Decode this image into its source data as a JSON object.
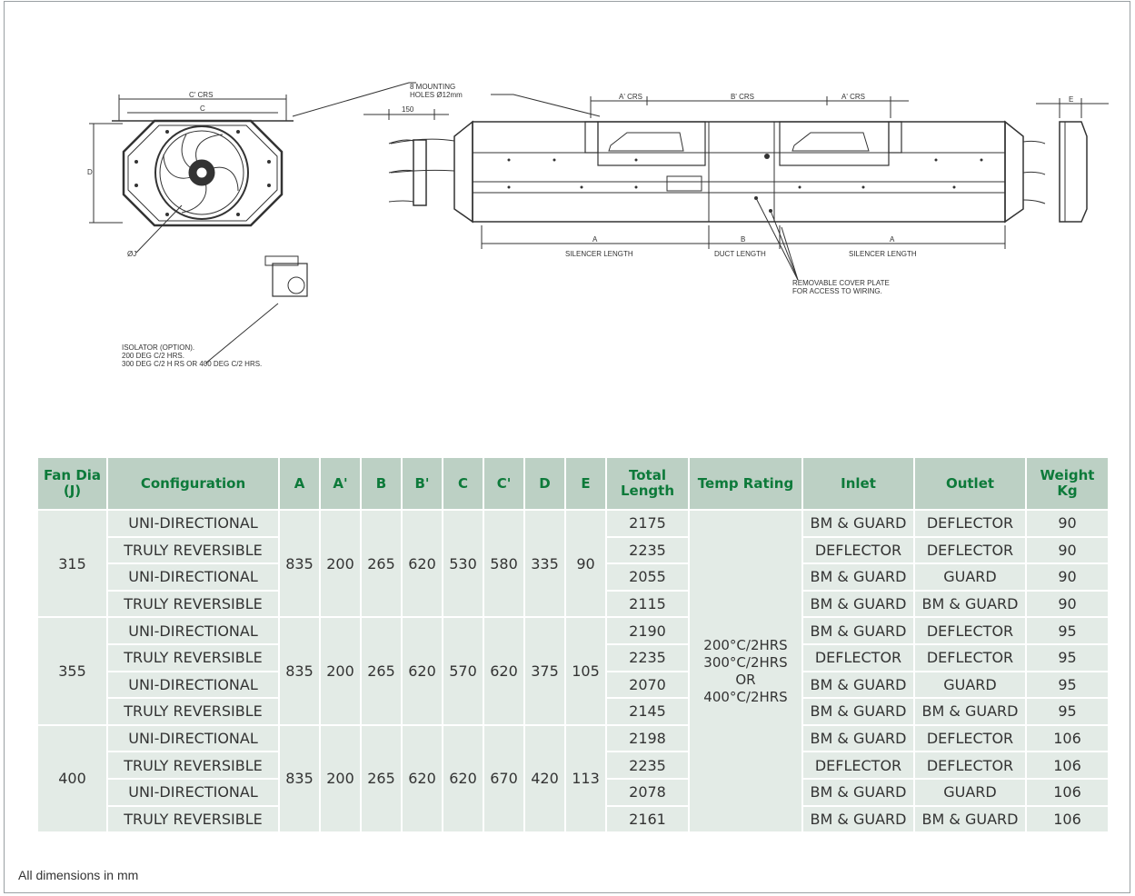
{
  "drawing": {
    "labels": {
      "c_crs": "C' CRS",
      "c": "C",
      "d": "D",
      "phi_j": "ØJ",
      "mounting_1": "8 MOUNTING",
      "mounting_2": "HOLES  Ø12mm",
      "w150": "150",
      "a_crs_left": "A' CRS",
      "b_crs": "B' CRS",
      "a_crs_right": "A' CRS",
      "e": "E",
      "a_left": "A",
      "silencer_left": "SILENCER LENGTH",
      "b": "B",
      "duct_length": "DUCT LENGTH",
      "a_right": "A",
      "silencer_right": "SILENCER LENGTH",
      "cover_1": "REMOVABLE COVER PLATE",
      "cover_2": "FOR ACCESS TO WIRING."
    },
    "isolator_note": "ISOLATOR (OPTION).\n200 DEG C/2 HRS.\n300 DEG C/2 H RS OR 400 DEG C/2 HRS."
  },
  "table": {
    "headers": {
      "fan_dia": "Fan Dia (J)",
      "configuration": "Configuration",
      "a": "A",
      "a_prime": "A'",
      "b": "B",
      "b_prime": "B'",
      "c": "C",
      "c_prime": "C'",
      "d": "D",
      "e": "E",
      "total_length": "Total Length",
      "temp_rating": "Temp Rating",
      "inlet": "Inlet",
      "outlet": "Outlet",
      "weight": "Weight Kg"
    },
    "temp_rating": "200°C/2HRS 300°C/2HRS OR 400°C/2HRS",
    "groups": [
      {
        "fan_dia": "315",
        "a": "835",
        "a_prime": "200",
        "b": "265",
        "b_prime": "620",
        "c": "530",
        "c_prime": "580",
        "d": "335",
        "e": "90",
        "rows": [
          {
            "configuration": "UNI-DIRECTIONAL",
            "total_length": "2175",
            "inlet": "BM & GUARD",
            "outlet": "DEFLECTOR",
            "weight": "90"
          },
          {
            "configuration": "TRULY REVERSIBLE",
            "total_length": "2235",
            "inlet": "DEFLECTOR",
            "outlet": "DEFLECTOR",
            "weight": "90"
          },
          {
            "configuration": "UNI-DIRECTIONAL",
            "total_length": "2055",
            "inlet": "BM & GUARD",
            "outlet": "GUARD",
            "weight": "90"
          },
          {
            "configuration": "TRULY REVERSIBLE",
            "total_length": "2115",
            "inlet": "BM & GUARD",
            "outlet": "BM & GUARD",
            "weight": "90"
          }
        ]
      },
      {
        "fan_dia": "355",
        "a": "835",
        "a_prime": "200",
        "b": "265",
        "b_prime": "620",
        "c": "570",
        "c_prime": "620",
        "d": "375",
        "e": "105",
        "rows": [
          {
            "configuration": "UNI-DIRECTIONAL",
            "total_length": "2190",
            "inlet": "BM & GUARD",
            "outlet": "DEFLECTOR",
            "weight": "95"
          },
          {
            "configuration": "TRULY REVERSIBLE",
            "total_length": "2235",
            "inlet": "DEFLECTOR",
            "outlet": "DEFLECTOR",
            "weight": "95"
          },
          {
            "configuration": "UNI-DIRECTIONAL",
            "total_length": "2070",
            "inlet": "BM & GUARD",
            "outlet": "GUARD",
            "weight": "95"
          },
          {
            "configuration": "TRULY REVERSIBLE",
            "total_length": "2145",
            "inlet": "BM & GUARD",
            "outlet": "BM & GUARD",
            "weight": "95"
          }
        ]
      },
      {
        "fan_dia": "400",
        "a": "835",
        "a_prime": "200",
        "b": "265",
        "b_prime": "620",
        "c": "620",
        "c_prime": "670",
        "d": "420",
        "e": "113",
        "rows": [
          {
            "configuration": "UNI-DIRECTIONAL",
            "total_length": "2198",
            "inlet": "BM & GUARD",
            "outlet": "DEFLECTOR",
            "weight": "106"
          },
          {
            "configuration": "TRULY REVERSIBLE",
            "total_length": "2235",
            "inlet": "DEFLECTOR",
            "outlet": "DEFLECTOR",
            "weight": "106"
          },
          {
            "configuration": "UNI-DIRECTIONAL",
            "total_length": "2078",
            "inlet": "BM & GUARD",
            "outlet": "GUARD",
            "weight": "106"
          },
          {
            "configuration": "TRULY REVERSIBLE",
            "total_length": "2161",
            "inlet": "BM & GUARD",
            "outlet": "BM & GUARD",
            "weight": "106"
          }
        ]
      }
    ]
  },
  "footnote": "All dimensions in mm"
}
